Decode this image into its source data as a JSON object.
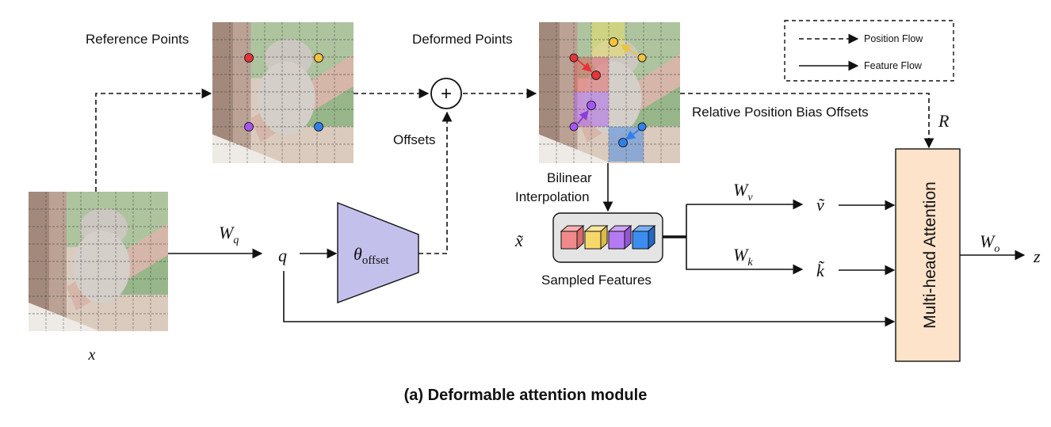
{
  "labels": {
    "reference_points": "Reference Points",
    "deformed_points": "Deformed Points",
    "offsets": "Offsets",
    "relative_position_bias_offsets": "Relative Position Bias Offsets",
    "bilinear": "Bilinear",
    "interpolation": "Interpolation",
    "sampled_features": "Sampled Features",
    "multi_head_attention": "Multi-head Attention",
    "caption": "(a)  Deformable attention module"
  },
  "legend": {
    "position_flow": "Position Flow",
    "feature_flow": "Feature Flow"
  },
  "math": {
    "x": "x",
    "q": "q",
    "W": "W",
    "q_sub": "q",
    "v_sub": "v",
    "k_sub": "k",
    "o_sub": "o",
    "theta": "θ",
    "theta_sub": "offset",
    "x_tilde": "x̃",
    "v_tilde": "ṽ",
    "k_tilde": "k̃",
    "R": "R",
    "z": "z",
    "plus": "+"
  },
  "colors": {
    "red_point": "#e8333a",
    "yellow_point": "#f5c23c",
    "purple_point": "#a855f7",
    "blue_point": "#2f80ed",
    "mha_fill": "#fde3c9",
    "offset_net_fill": "#c4c0ec",
    "sampled_box_fill": "#e4e4e4"
  }
}
